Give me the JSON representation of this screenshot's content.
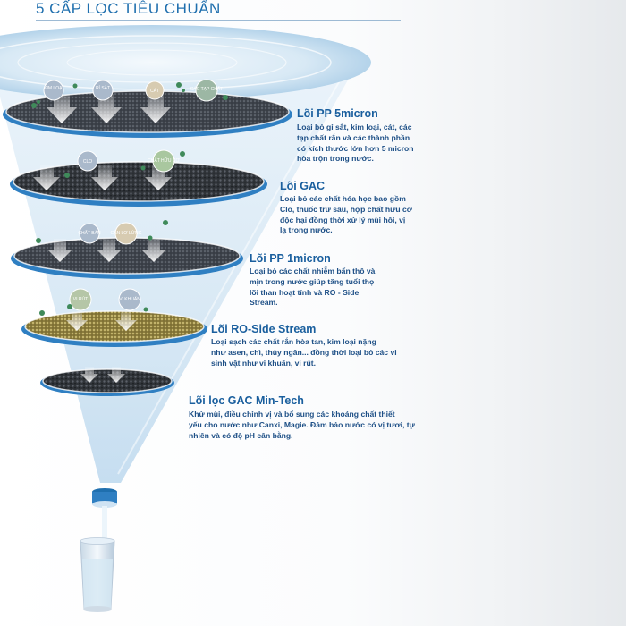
{
  "header": {
    "title": "5 CẤP LỌC TIÊU CHUẨN"
  },
  "stages": [
    {
      "name": "Lõi PP 5micron",
      "description": [
        "Loại bỏ gỉ sắt, kim loại, cát, các",
        "tạp chất rắn và các thành phần",
        "có kích thước lớn hơn 5 micron",
        "hòa trộn trong nước."
      ],
      "bubbles": [
        "KIM LOẠI",
        "RỈ SẮT",
        "CÁT",
        "CÁC TẠP CHẤT"
      ]
    },
    {
      "name": "Lõi GAC",
      "description": [
        "Loại bỏ các chất hóa học bao gồm",
        "Clo, thuốc trừ sâu, hợp chất hữu cơ",
        "độc hại đồng thời xử lý mùi hôi, vị",
        "lạ trong nước."
      ],
      "bubbles": [
        "CLO",
        "CHẤT HỮU CƠ"
      ]
    },
    {
      "name": "Lõi PP 1micron",
      "description": [
        "Loại bỏ các chất nhiễm bẩn thô và",
        "mịn trong nước giúp tăng tuổi thọ",
        "lõi than hoạt tính và RO - Side",
        "Stream."
      ],
      "bubbles": [
        "CHẤT BẨN",
        "CẶN LƠ LỬNG"
      ]
    },
    {
      "name": "Lõi RO-Side Stream",
      "description": [
        "Loại sạch các chất rắn hòa tan, kim loại nặng",
        "như asen, chì, thủy ngân... đồng thời loại bỏ các vi",
        "sinh vật như vi khuẩn, vi rút."
      ],
      "bubbles": [
        "VI RÚT",
        "VI KHUẨN"
      ]
    },
    {
      "name": "Lõi lọc GAC Min-Tech",
      "description": [
        "Khử mùi, điều chỉnh vị và bổ sung các khoáng chất thiết",
        "yếu cho nước như Canxi, Magie. Đảm bảo nước có vị tươi, tự",
        "nhiên và có độ pH cân bằng."
      ],
      "bubbles": []
    }
  ],
  "colors": {
    "heading": "#1f6fae",
    "label": "#1a5f9e",
    "description": "#1d4f86",
    "water": "#cfe3f3",
    "disc_rim": "#2f7fc2",
    "mesh": "#4a4f57",
    "ro_mesh": "#b5a55a"
  }
}
